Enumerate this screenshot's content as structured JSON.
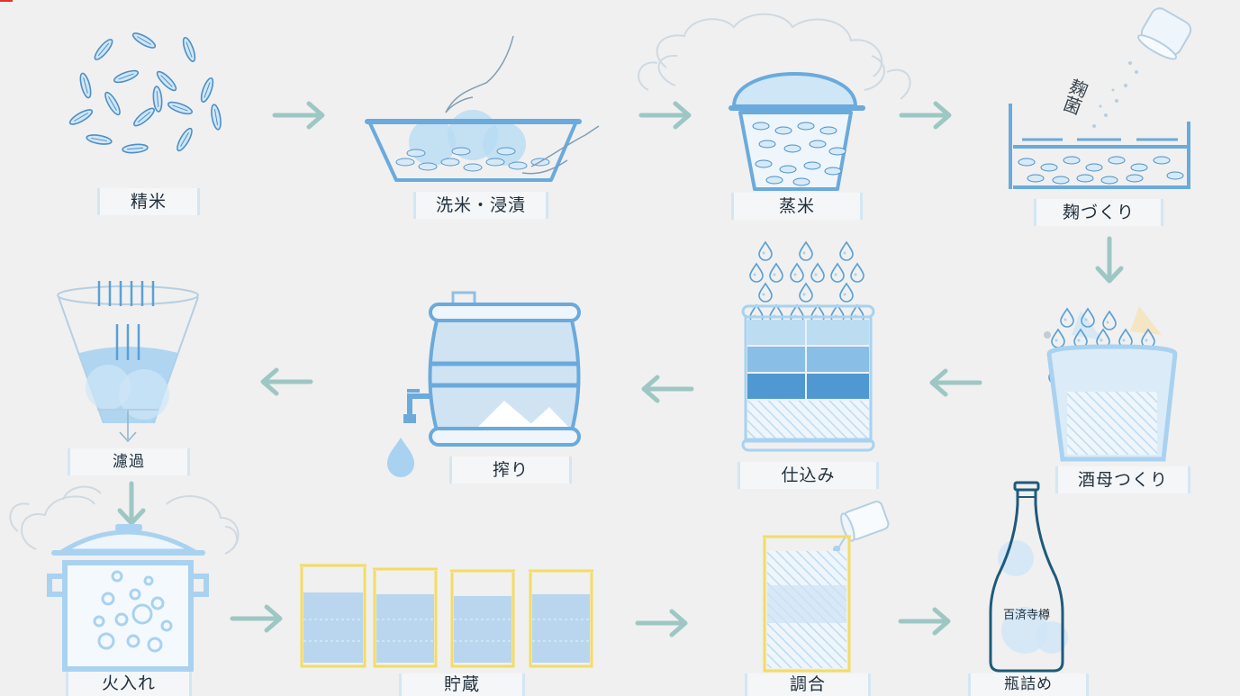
{
  "steps": {
    "seimai": "精米",
    "senmai": "洗米・浸漬",
    "jomai": "蒸米",
    "koji": "麹づくり",
    "shubo": "酒母つくり",
    "shikomi": "仕込み",
    "shibori": "搾り",
    "roka": "濾過",
    "hiire": "火入れ",
    "chozo": "貯蔵",
    "chogo": "調合",
    "binzume": "瓶詰め"
  },
  "koji_powder_text": "麹菌",
  "bottle_label": "百済寺樽",
  "colors": {
    "blue": "#5aa0d6",
    "light_blue": "#a9d2f0",
    "pale_blue": "#d6eaf8",
    "arrow": "#9ec7c4",
    "yellow": "#f3dc63"
  }
}
